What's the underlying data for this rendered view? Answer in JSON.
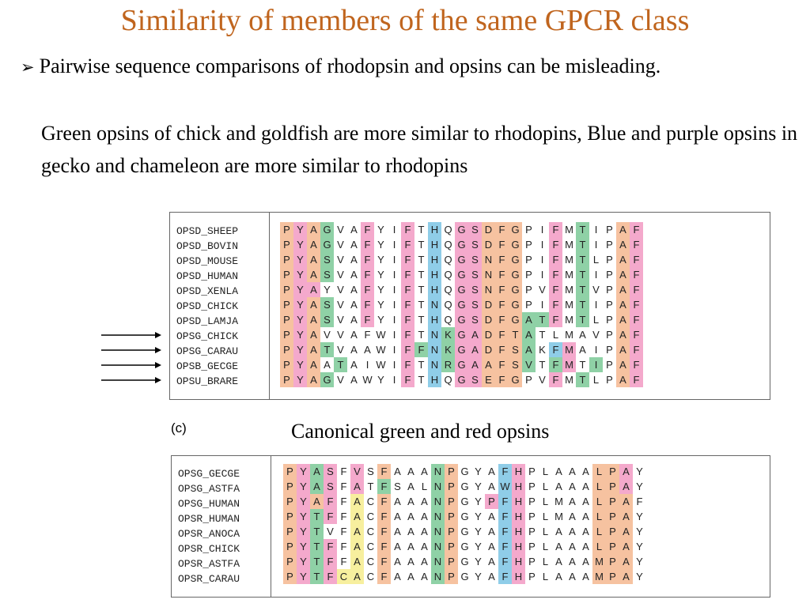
{
  "title": "Similarity of members of the same GPCR class",
  "bullet_mark": "➢",
  "bullet_text": "Pairwise sequence comparisons of rhodopsin and opsins can be misleading.",
  "sub_text": "Green opsins of chick and goldfish are more similar to rhodopins, Blue and purple opsins in gecko and chameleon are more similar to rhodopins",
  "caption_c": "(c)",
  "caption2": "Canonical green and red opsins",
  "palette": {
    "o": "#f6c2a0",
    "p": "#f4a9cc",
    "g": "#8fd1a6",
    "b": "#8fcde8",
    "y": "#f7ef9e",
    "w": "#ffffff"
  },
  "alignment1": {
    "names": [
      "OPSD_SHEEP",
      "OPSD_BOVIN",
      "OPSD_MOUSE",
      "OPSD_HUMAN",
      "OPSD_XENLA",
      "OPSD_CHICK",
      "OPSD_LAMJA",
      "OPSG_CHICK",
      "OPSG_CARAU",
      "OPSB_GECGE",
      "OPSU_BRARE"
    ],
    "seqs": [
      "PYAGVAFYIFTHQGSDFGPIFMTIPAF",
      "PYAGVAFYIFTHQGSDFGPIFMTIPAF",
      "PYASVAFYIFTHQGSNFGPIFMTLPAF",
      "PYASVAFYIFTHQGSNFGPIFMTIPAF",
      "PYAYVAFYIFTHQGSNFGPVFMTVPAF",
      "PYASVAFYIFTNQGSDFGPIFMTIPAF",
      "PYASVAFYIFTHQGSDFGATFMTLPAF",
      "PYAVVAFWIFTNKGADFTATLMAVPAF",
      "PYATVAAWIFFNKGADFSAKFMAIPAF",
      "PYAATAIWIFTNRGAAFSVTFMTIPAF",
      "PYAGVAWYIFTHQGSEFGPVFMTLPAF"
    ],
    "colors": [
      "opogwwpwwpwbwppooowwpwgwwop",
      "opogwwpwwpwbwppooowwpwgwwop",
      "opogwwpwwpwbwppooowwpwgwwop",
      "opogwwpwwpwbwppooowwpwgwwop",
      "oppwwwpwwpwbwppooowwpwgwwop",
      "opogwwpwwpwbwppooowwpwgwwop",
      "opogwwpwwpwbwppoooggpwgwwop",
      "opowwwwwwpwbgppooogwwwwwwop",
      "opogwwwwwpgbgppooogwbpwwwop",
      "opowgwwwwpwbgppooogwgpwgwop",
      "opogwwwwwpwbwppooowwpwgwwop"
    ]
  },
  "alignment2": {
    "names": [
      "OPSG_GECGE",
      "OPSG_ASTFA",
      "OPSG_HUMAN",
      "OPSR_HUMAN",
      "OPSR_ANOCA",
      "OPSR_CHICK",
      "OPSR_ASTFA",
      "OPSR_CARAU"
    ],
    "seqs": [
      "PYASFVSFAAANPGYAFHPLAAALPAY",
      "PYASFATFSALNPGYAWHPLAAALPAY",
      "PYAFFACFAAANPGYPFHPLMAALPAF",
      "PYTFFACFAAANPGYAFHPLMAALPAY",
      "PYTVFACFAAANPGYAFHPLAAALPAY",
      "PYTFFACFAAANPGYAFHPLAAALPAY",
      "PYTFFACFAAANPGYAFHPLAAAMPAY",
      "PYTFCACFAAANPGYAFHPLAAAMPAY"
    ],
    "colors": [
      "opgpwpwowwwgowwwbpwwwwwoop",
      "opgpwpwgwwwgowwwbpwwwwwoop",
      "opopwywowwwgowwpbpwwwwwooo",
      "opgpwywowwwgowwwbpwwwwwooo",
      "opgwwywowwwgowwwbpwwwwwooo",
      "opgpwywowwwgowwwbpwwwwwooo",
      "opgpwywowwwgowwwbpwwwwwooo",
      "opgpyywowwwgowwwbpwwwwwooo"
    ]
  }
}
